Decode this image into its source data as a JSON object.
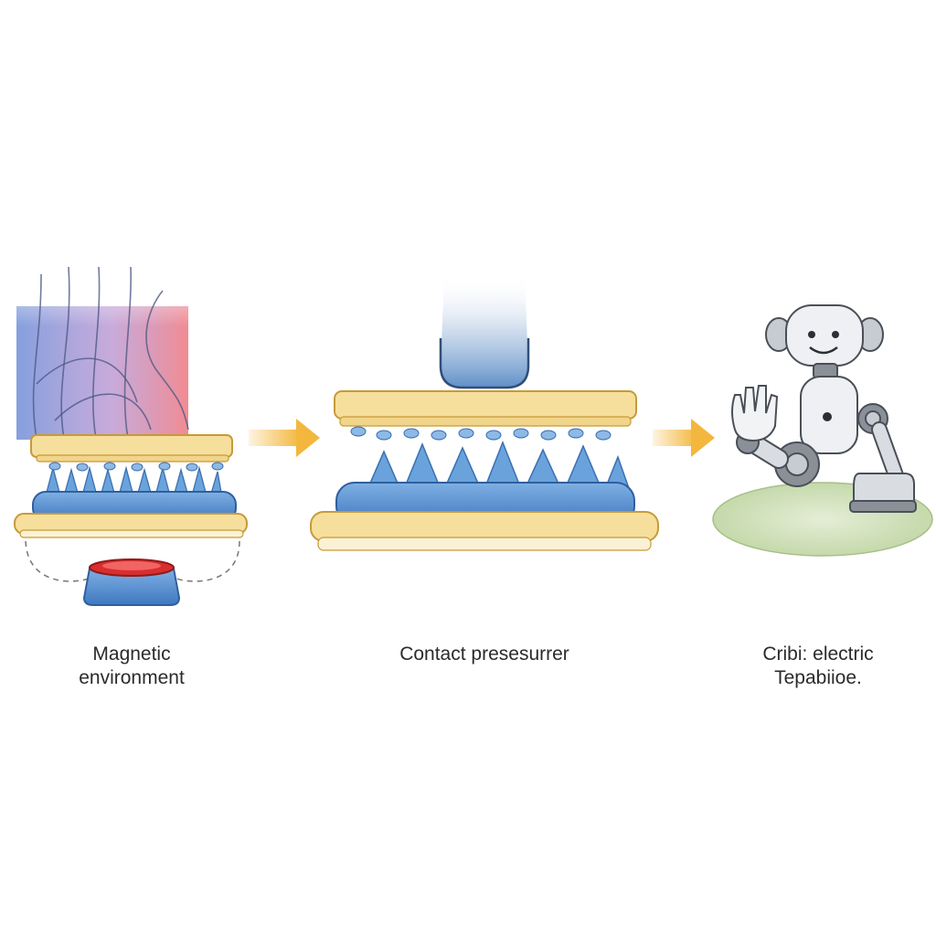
{
  "stages": [
    {
      "id": "magnetic",
      "caption_lines": [
        "Magnetic",
        "environment"
      ]
    },
    {
      "id": "contact",
      "caption_lines": [
        "Contact presesurrer"
      ]
    },
    {
      "id": "robot",
      "caption_lines": [
        "Cribi: electric",
        "Tepabiioe."
      ]
    }
  ],
  "colors": {
    "plate_fill": "#f6df9c",
    "plate_edge": "#e8b94a",
    "spike_blue": "#5b95d2",
    "spike_dark": "#3a6fb0",
    "arrow": "#f3b73d",
    "field_blue": "#6f8fd8",
    "field_red": "#f07e86",
    "magnet_red": "#d92e2e",
    "magnet_blue": "#3f78c9",
    "robot_body": "#d9dde2",
    "robot_joint": "#7b8088",
    "ground_green": "#cfe0b8"
  },
  "icons": [
    "magnetic-field-icon",
    "sensor-stack-icon",
    "magnet-icon",
    "arrow-right-icon",
    "press-probe-icon",
    "robot-icon"
  ]
}
